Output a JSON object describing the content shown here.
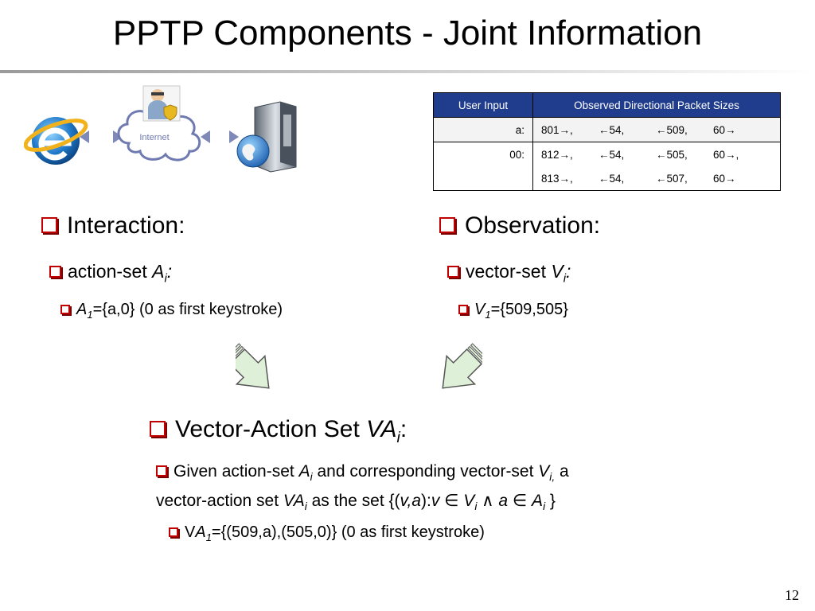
{
  "slide": {
    "title": "PPTP Components - Joint Information",
    "page_number": "12"
  },
  "network_diagram": {
    "cloud_label": "Internet"
  },
  "packet_table": {
    "headers": [
      "User Input",
      "Observed Directional Packet Sizes"
    ],
    "rows": [
      {
        "input": "a:",
        "sizes": [
          "801→,",
          "←54,",
          "←509,",
          "60→"
        ]
      },
      {
        "input": "00:",
        "sizes": [
          "812→,",
          "←54,",
          "←505,",
          "60→,"
        ]
      },
      {
        "input": "",
        "sizes": [
          "813→,",
          "←54,",
          "←507,",
          "60→"
        ]
      }
    ]
  },
  "interaction": {
    "heading": "Interaction:",
    "action_set_prefix": "action-set ",
    "action_set_symbol": "A",
    "action_set_sub": "i",
    "action_set_suffix": ":",
    "example_symbol": "A",
    "example_sub": "1",
    "example_rest": "={a,0} (0 as first keystroke)"
  },
  "observation": {
    "heading": "Observation:",
    "vector_set_prefix": "vector-set ",
    "vector_set_symbol": "V",
    "vector_set_sub": "i",
    "vector_set_suffix": ":",
    "example_symbol": "V",
    "example_sub": "1",
    "example_rest": "={509,505}"
  },
  "vector_action": {
    "heading_prefix": "Vector-Action Set ",
    "heading_symbol": "VA",
    "heading_sub": "i",
    "heading_suffix": ":",
    "desc_1": "Given action-set ",
    "desc_2": "A",
    "desc_3": "i",
    "desc_4": " and corresponding vector-set ",
    "desc_5": "V",
    "desc_6": "i,",
    "desc_7": " a",
    "desc_8": "vector-action set ",
    "desc_9": "VA",
    "desc_10": "i",
    "desc_11": " as the set {(",
    "desc_12": "v,a",
    "desc_13": "):",
    "desc_14": "v",
    "desc_15": " ∈ ",
    "desc_16": "V",
    "desc_17": "i",
    "desc_18": " ∧ ",
    "desc_19": "a",
    "desc_20": " ∈ ",
    "desc_21": "A",
    "desc_22": "i",
    "desc_23": " }",
    "example_prefix": "V",
    "example_symbol": "A",
    "example_sub": "1",
    "example_rest": "={(509,a),(505,0)} (0 as first keystroke)"
  },
  "colors": {
    "bullet": "#c00000",
    "table_header": "#203c8c",
    "arrow_fill": "#dff0d8"
  }
}
